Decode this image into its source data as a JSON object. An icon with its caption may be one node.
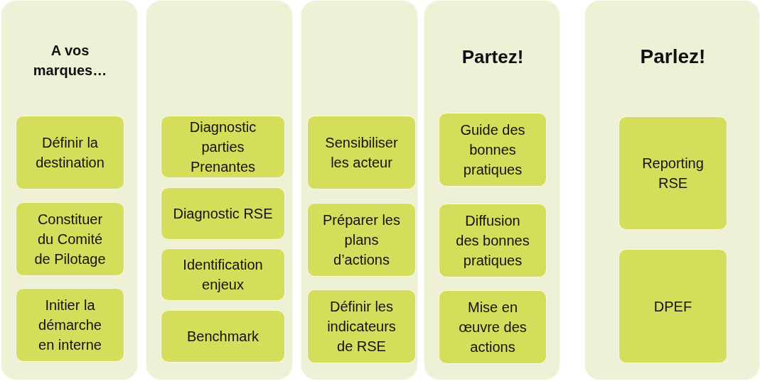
{
  "diagram": {
    "nodes": [
      {
        "text": [
          "A vos marques…"
        ]
      },
      {
        "text": [
          "Définir la destination"
        ],
        "in": 0
      },
      {
        "text": [
          "Constituer du Comité de Pilotage"
        ],
        "in": 0
      },
      {
        "text": [
          "Initier la démarche en interne"
        ],
        "in": 0
      },
      {
        "text": [],
        "shape": "box"
      },
      {
        "text": [
          "Diagnostic parties Prenantes"
        ],
        "in": 4
      },
      {
        "text": [
          "Diagnostic RSE"
        ],
        "in": 4
      },
      {
        "text": [
          "Identification enjeux"
        ],
        "in": 4
      },
      {
        "text": [
          "Benchmark"
        ],
        "in": 4
      },
      {
        "text": [],
        "shape": "box"
      },
      {
        "text": [
          "Sensibiliser les acteur"
        ],
        "in": 9
      },
      {
        "text": [
          "Préparer les plans d’actions"
        ],
        "in": 9
      },
      {
        "text": [
          "Définir les indicateurs de RSE"
        ],
        "in": 9
      },
      {
        "text": [
          "Partez!"
        ]
      },
      {
        "text": [
          "Guide des bonnes pratiques"
        ],
        "in": 13
      },
      {
        "text": [
          "Diffusion des bonnes pratiques"
        ],
        "in": 13
      },
      {
        "text": [
          "Mise en œuvre des actions"
        ],
        "in": 13
      },
      {
        "text": [
          "Parlez!"
        ]
      },
      {
        "text": [
          "Reporting RSE"
        ],
        "in": 17
      },
      {
        "text": [
          "DPEF"
        ],
        "in": 17
      }
    ]
  }
}
